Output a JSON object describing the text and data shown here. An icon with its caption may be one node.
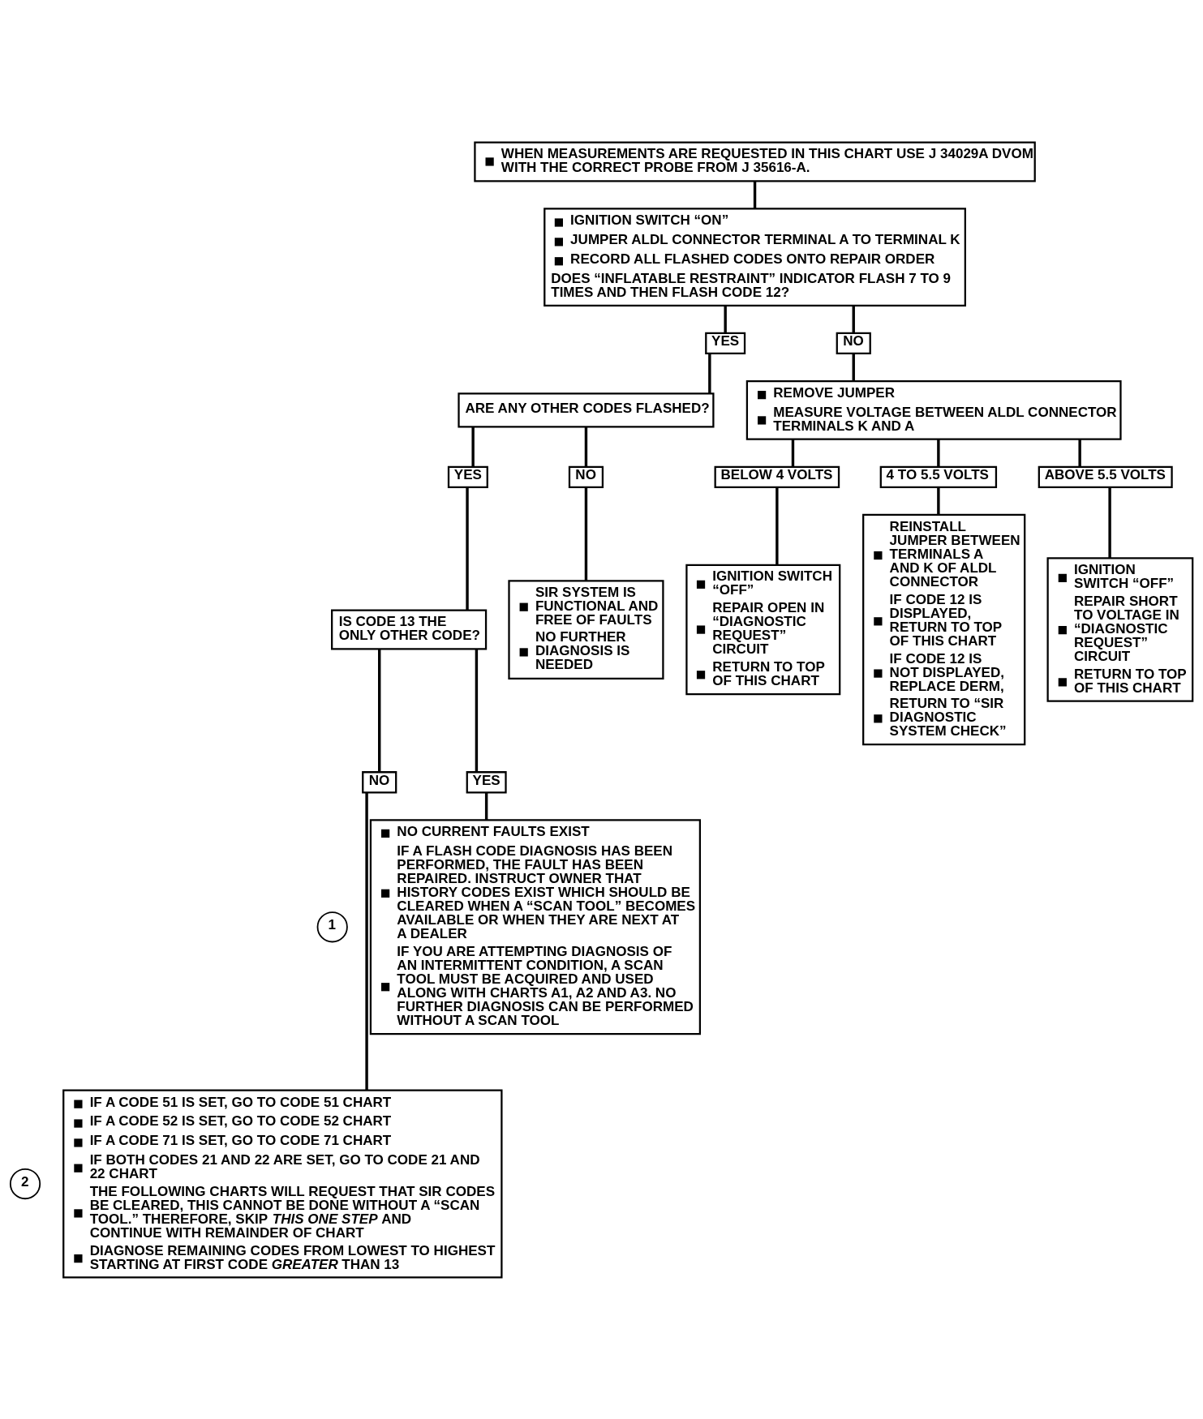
{
  "diagram": {
    "nodes": [
      {
        "text": [
          "WHEN MEASUREMENTS ARE REQUESTED IN THIS CHART USE J 34029A DVOM WITH THE CORRECT PROBE FROM J 35616-A."
        ]
      },
      {
        "text": [
          "IGNITION SWITCH “ON”",
          "JUMPER ALDL CONNECTOR TERMINAL A TO TERMINAL K",
          "RECORD ALL FLASHED CODES ONTO REPAIR ORDER",
          "DOES “INFLATABLE RESTRAINT” INDICATOR FLASH 7 TO 9 TIMES AND THEN FLASH CODE 12?"
        ]
      },
      {
        "text": [
          "YES"
        ]
      },
      {
        "text": [
          "NO"
        ]
      },
      {
        "text": [
          "ARE ANY OTHER CODES FLASHED?"
        ]
      },
      {
        "text": [
          "REMOVE JUMPER",
          "MEASURE VOLTAGE BETWEEN ALDL CONNECTOR TERMINALS K AND A"
        ]
      },
      {
        "text": [
          "YES"
        ]
      },
      {
        "text": [
          "NO"
        ]
      },
      {
        "text": [
          "BELOW 4 VOLTS"
        ]
      },
      {
        "text": [
          "4 TO 5.5 VOLTS"
        ]
      },
      {
        "text": [
          "ABOVE 5.5 VOLTS"
        ]
      },
      {
        "text": [
          "IS CODE 13 THE ONLY OTHER CODE?"
        ]
      },
      {
        "text": [
          "SIR SYSTEM IS FUNCTIONAL AND FREE OF FAULTS",
          "NO FURTHER DIAGNOSIS IS NEEDED"
        ]
      },
      {
        "text": [
          "IGNITION SWITCH “OFF”",
          "REPAIR OPEN IN “DIAGNOSTIC REQUEST” CIRCUIT",
          "RETURN TO TOP OF THIS CHART"
        ]
      },
      {
        "text": [
          "REINSTALL JUMPER BETWEEN TERMINALS A AND K OF ALDL CONNECTOR",
          "IF CODE 12 IS DISPLAYED, RETURN TO TOP OF THIS CHART",
          "IF CODE 12 IS NOT DISPLAYED, REPLACE DERM,",
          "RETURN TO “SIR DIAGNOSTIC SYSTEM CHECK”"
        ]
      },
      {
        "text": [
          "IGNITION SWITCH “OFF”",
          "REPAIR SHORT TO VOLTAGE IN “DIAGNOSTIC REQUEST” CIRCUIT",
          "RETURN TO TOP OF THIS CHART"
        ]
      },
      {
        "text": [
          "NO"
        ]
      },
      {
        "text": [
          "YES"
        ]
      },
      {
        "text": [
          "1"
        ]
      },
      {
        "text": [
          "NO CURRENT FAULTS EXIST",
          "IF A FLASH CODE DIAGNOSIS HAS BEEN PERFORMED, THE FAULT HAS BEEN REPAIRED. INSTRUCT OWNER THAT HISTORY CODES EXIST WHICH SHOULD BE CLEARED WHEN A “SCAN TOOL” BECOMES AVAILABLE OR WHEN THEY ARE NEXT AT A DEALER",
          "IF YOU ARE ATTEMPTING DIAGNOSIS OF AN INTERMITTENT CONDITION, A SCAN TOOL MUST BE ACQUIRED AND USED ALONG WITH CHARTS A1, A2 AND A3. NO FURTHER DIAGNOSIS CAN BE PERFORMED WITHOUT A SCAN TOOL"
        ]
      },
      {
        "text": [
          "2"
        ]
      },
      {
        "text": [
          "IF A CODE 51 IS SET, GO TO CODE 51 CHART",
          "IF A CODE 52 IS SET, GO TO CODE 52 CHART",
          "IF A CODE 71 IS SET, GO TO CODE 71 CHART",
          "IF BOTH CODES 21 AND 22 ARE SET, GO TO CODE 21 AND 22 CHART",
          "THE FOLLOWING CHARTS WILL REQUEST THAT SIR CODES BE CLEARED, THIS CANNOT BE DONE WITHOUT A “SCAN TOOL.” THEREFORE, SKIP *THIS ONE STEP* AND CONTINUE WITH REMAINDER OF CHART",
          "DIAGNOSE REMAINING CODES FROM LOWEST TO HIGHEST STARTING AT FIRST CODE *GREATER* THAN 13"
        ]
      }
    ],
    "edges": [
      {
        "from": 0,
        "to": 1,
        "arrow": "none"
      },
      {
        "from": 1,
        "to": 2,
        "arrow": "none"
      },
      {
        "from": 1,
        "to": 3,
        "arrow": "none"
      },
      {
        "from": 2,
        "to": 4,
        "arrow": "none"
      },
      {
        "from": 3,
        "to": 5,
        "arrow": "none"
      },
      {
        "from": 4,
        "to": 6,
        "arrow": "none"
      },
      {
        "from": 4,
        "to": 7,
        "arrow": "none"
      },
      {
        "from": 5,
        "to": 8,
        "arrow": "none"
      },
      {
        "from": 5,
        "to": 9,
        "arrow": "none"
      },
      {
        "from": 5,
        "to": 10,
        "arrow": "none"
      },
      {
        "from": 6,
        "to": 11,
        "arrow": "none"
      },
      {
        "from": 7,
        "to": 12,
        "arrow": "none"
      },
      {
        "from": 8,
        "to": 13,
        "arrow": "none"
      },
      {
        "from": 9,
        "to": 14,
        "arrow": "none"
      },
      {
        "from": 10,
        "to": 15,
        "arrow": "none"
      },
      {
        "from": 11,
        "to": 16,
        "arrow": "none"
      },
      {
        "from": 11,
        "to": 17,
        "arrow": "none"
      },
      {
        "from": 17,
        "to": 19,
        "arrow": "none"
      },
      {
        "from": 16,
        "to": 21,
        "arrow": "none"
      }
    ]
  }
}
